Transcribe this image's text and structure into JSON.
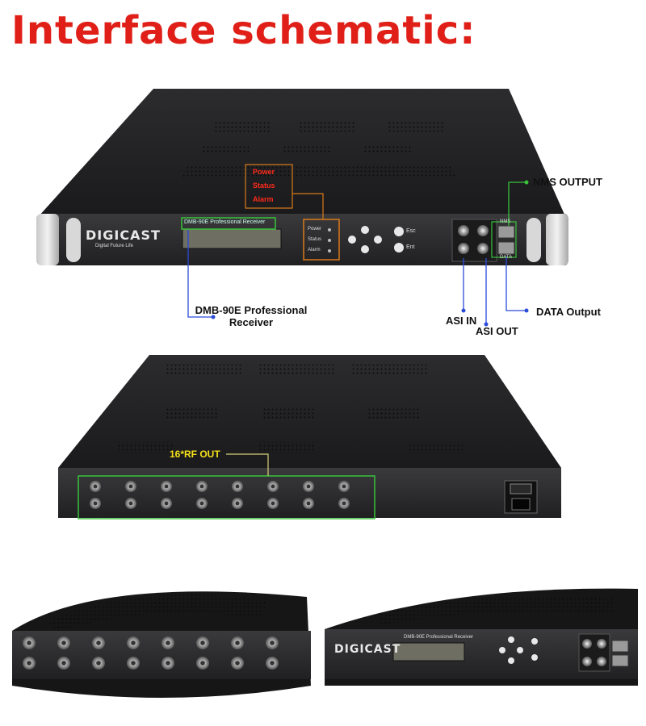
{
  "title": "Interface schematic:",
  "brand": "DIGICAST",
  "brand_tagline": "Digital Future Life",
  "model_label": "DMB-90E Professional Receiver",
  "leds": [
    "Power",
    "Status",
    "Alarm"
  ],
  "led_tags": [
    "Power",
    "Status",
    "Alarm"
  ],
  "keys": [
    "Esc",
    "Ent"
  ],
  "ports": {
    "nms": "NMS",
    "data": "DATA"
  },
  "callouts": {
    "nms_output": "NMS OUTPUT",
    "receiver_line1": "DMB-90E Professional",
    "receiver_line2": "Receiver",
    "asi_in": "ASI IN",
    "asi_out": "ASI OUT",
    "data_output": "DATA Output",
    "rf_out": "16*RF OUT"
  },
  "colors": {
    "title": "#e02018",
    "callout_line_blue": "#2b4bd9",
    "callout_line_orange": "#d97a1a",
    "callout_line_green": "#39c23a",
    "rf_highlight": "#f4e11a"
  }
}
